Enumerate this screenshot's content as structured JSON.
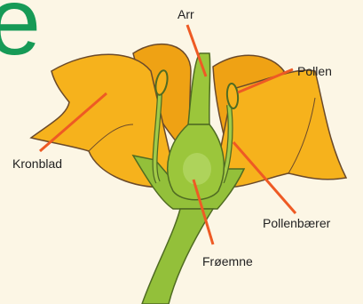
{
  "heading_fragment": "e",
  "labels": {
    "stigma": "Arr",
    "pollen": "Pollen",
    "petal": "Kronblad",
    "stamen": "Pollenbærer",
    "ovary": "Frøemne"
  },
  "colors": {
    "background": "#fcf6e5",
    "heading": "#169a56",
    "petal": "#f6b21c",
    "petal_outline": "#6b4a2a",
    "pistil": "#9bc63b",
    "leader_line": "#ee5a24"
  }
}
